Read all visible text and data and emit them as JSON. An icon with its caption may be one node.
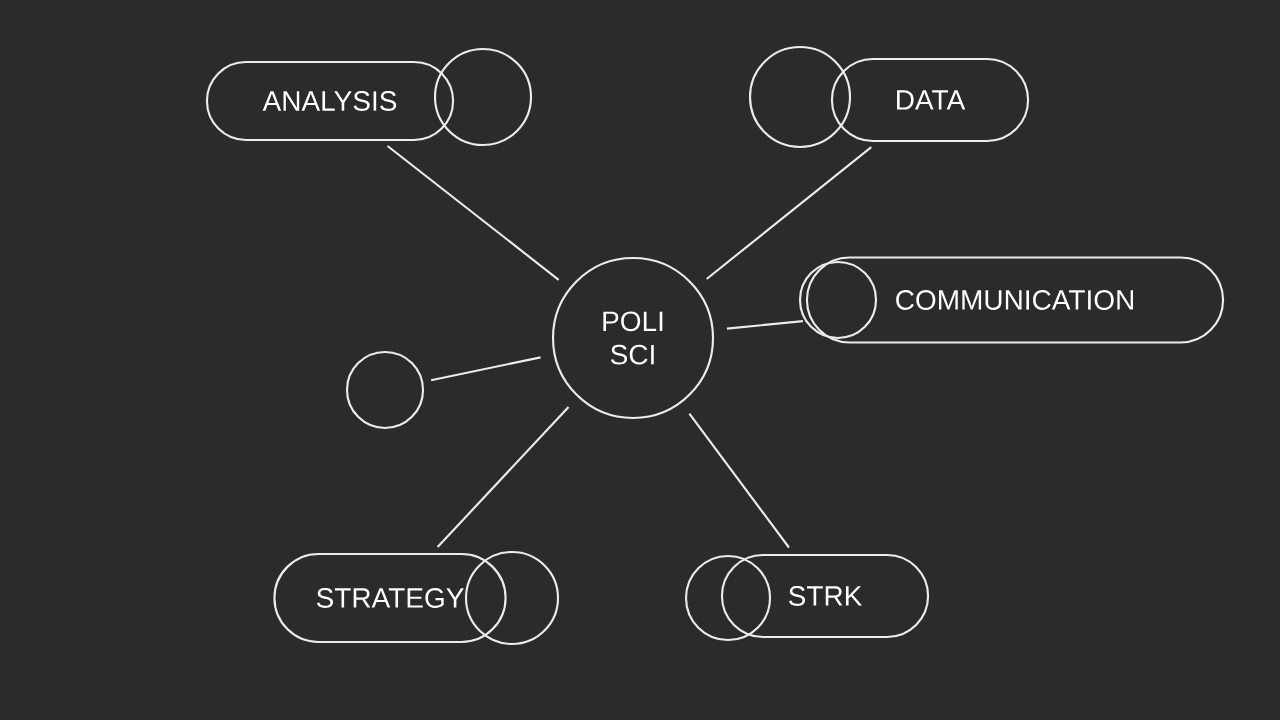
{
  "diagram": {
    "nodes": [
      {
        "text": [
          "POLI SCI"
        ]
      },
      {
        "text": [
          "ANALYSIS"
        ]
      },
      {
        "text": [
          "DATA"
        ]
      },
      {
        "text": [
          "COMMUNICATION"
        ]
      },
      {
        "text": [],
        "shape": "circle"
      },
      {
        "text": [
          "STRATEGY"
        ]
      },
      {
        "text": [
          "STRK"
        ]
      }
    ],
    "edges": [
      {
        "from": 0,
        "to": 1,
        "arrow": "none"
      },
      {
        "from": 0,
        "to": 2,
        "arrow": "none"
      },
      {
        "from": 0,
        "to": 3,
        "arrow": "none"
      },
      {
        "from": 0,
        "to": 4,
        "arrow": "none"
      },
      {
        "from": 0,
        "to": 5,
        "arrow": "none"
      },
      {
        "from": 0,
        "to": 6,
        "arrow": "none"
      }
    ]
  }
}
